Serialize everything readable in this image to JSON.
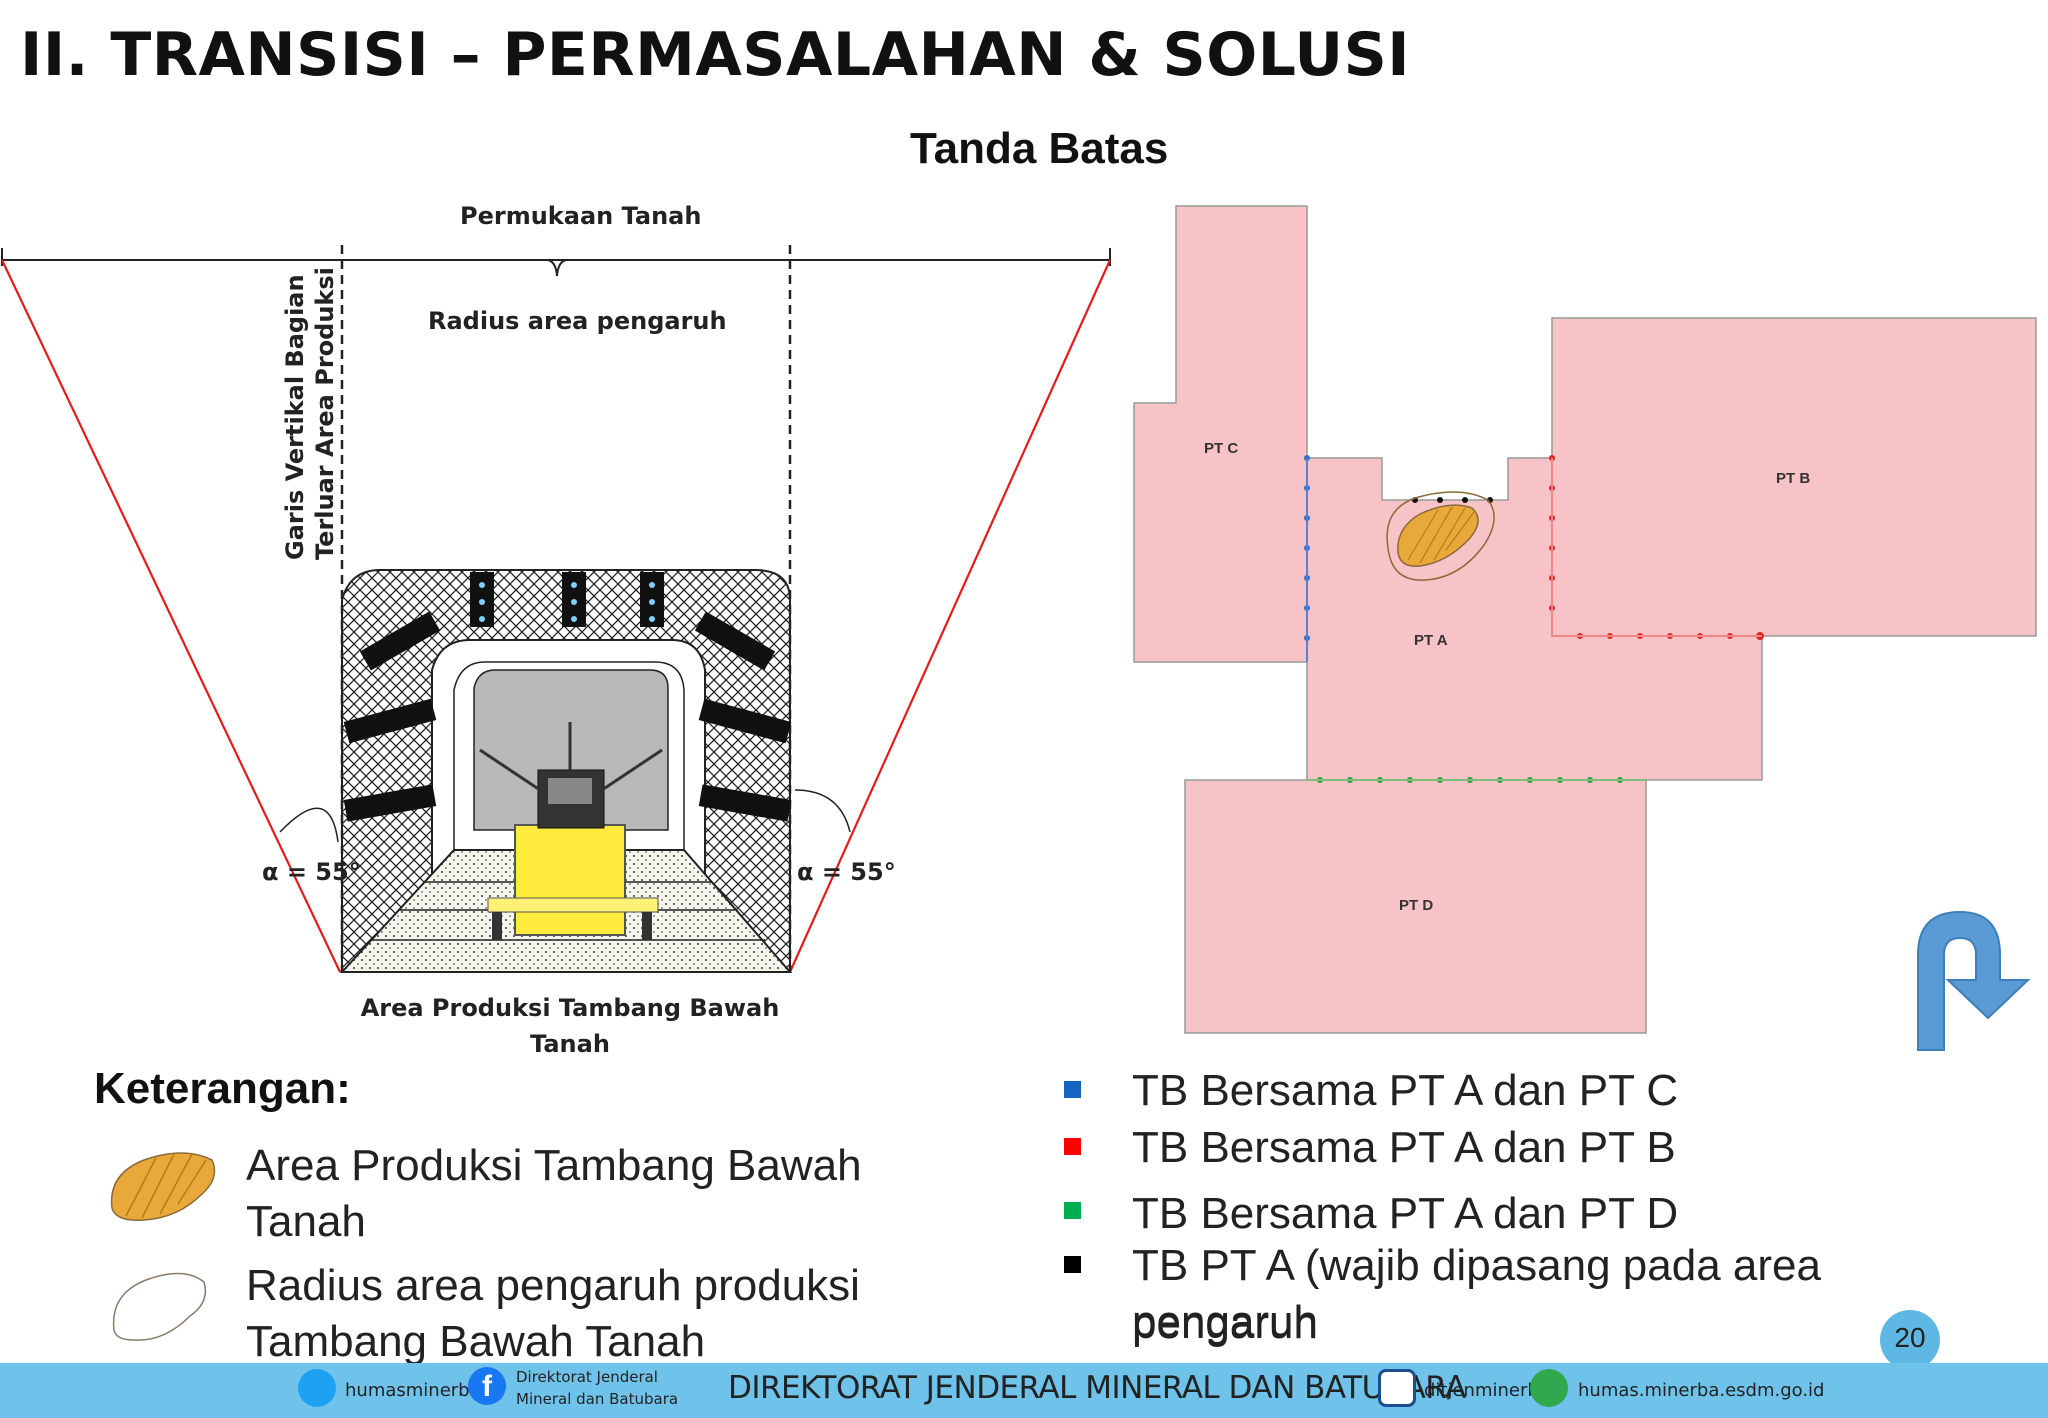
{
  "title": "II. TRANSISI – PERMASALAHAN & SOLUSI",
  "subtitle": "Tanda Batas",
  "diagram": {
    "surface_label": "Permukaan Tanah",
    "radius_label": "Radius area pengaruh",
    "vertical_label": "Garis Vertikal Bagian Terluar Area Produksi",
    "alpha_left": "α = 55°",
    "alpha_right": "α = 55°",
    "production_label": "Area Produksi Tambang Bawah Tanah"
  },
  "map": {
    "pt_c": "PT C",
    "pt_b": "PT B",
    "pt_a": "PT A",
    "pt_d": "PT D",
    "fill_color": "#f7c3c6",
    "ore_color": "#e8a93a"
  },
  "legend": {
    "heading": "Keterangan:",
    "items": [
      {
        "label": "Area Produksi Tambang Bawah Tanah",
        "icon": "ore-area-icon"
      },
      {
        "label": "Radius area pengaruh produksi Tambang Bawah Tanah",
        "icon": "influence-radius-icon"
      }
    ]
  },
  "boundary_legend": [
    {
      "label": "TB Bersama PT A dan PT C",
      "color": "#1565c0"
    },
    {
      "label": "TB Bersama PT A dan PT B",
      "color": "#ff0000"
    },
    {
      "label": "TB Bersama PT A dan PT D",
      "color": "#00b050"
    },
    {
      "label": "TB PT A (wajib dipasang pada area pengaruh",
      "color": "#000000"
    }
  ],
  "page_number": "20",
  "footer": {
    "twitter": "humasminerba",
    "facebook_line1": "Direktorat Jenderal",
    "facebook_line2": "Mineral dan Batubara",
    "title": "DIREKTORAT JENDERAL MINERAL DAN BATUBARA",
    "instagram": "ditjenminerba",
    "website": "humas.minerba.esdm.go.id"
  },
  "accent_color": "#5b9bd5"
}
